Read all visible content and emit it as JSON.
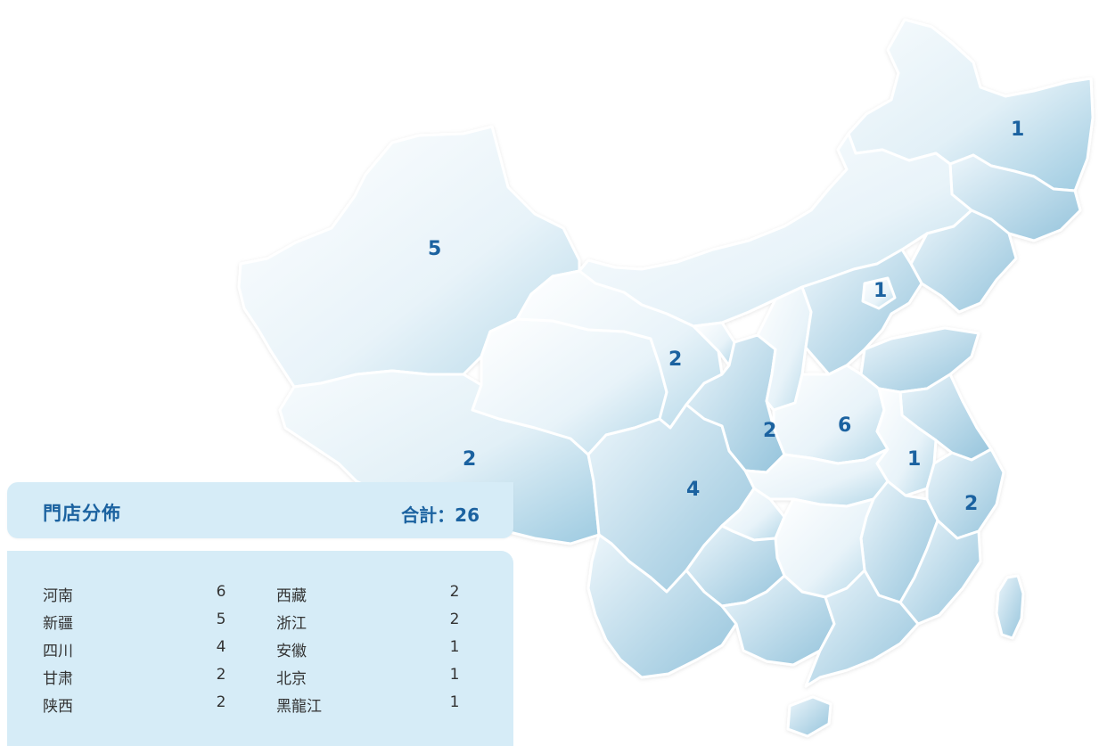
{
  "panel": {
    "title": "門店分佈",
    "total_label": "合計：",
    "total_value": "26"
  },
  "stats": [
    {
      "name": "河南",
      "count": "6"
    },
    {
      "name": "新疆",
      "count": "5"
    },
    {
      "name": "四川",
      "count": "4"
    },
    {
      "name": "甘肃",
      "count": "2"
    },
    {
      "name": "陕西",
      "count": "2"
    },
    {
      "name": "西藏",
      "count": "2"
    },
    {
      "name": "浙江",
      "count": "2"
    },
    {
      "name": "安徽",
      "count": "1"
    },
    {
      "name": "北京",
      "count": "1"
    },
    {
      "name": "黑龍江",
      "count": "1"
    }
  ],
  "map_labels": [
    {
      "region": "黑龍江",
      "value": "1"
    },
    {
      "region": "新疆",
      "value": "5"
    },
    {
      "region": "北京",
      "value": "1"
    },
    {
      "region": "甘肃",
      "value": "2"
    },
    {
      "region": "陕西",
      "value": "2"
    },
    {
      "region": "河南",
      "value": "6"
    },
    {
      "region": "安徽",
      "value": "1"
    },
    {
      "region": "西藏",
      "value": "2"
    },
    {
      "region": "四川",
      "value": "4"
    },
    {
      "region": "浙江",
      "value": "2"
    }
  ],
  "colors": {
    "label": "#1b62a0",
    "panel_bg": "#d6ecf7",
    "region_light": "#f4f9fc",
    "region_dark": "#a6cfe3",
    "border": "#ffffff"
  }
}
